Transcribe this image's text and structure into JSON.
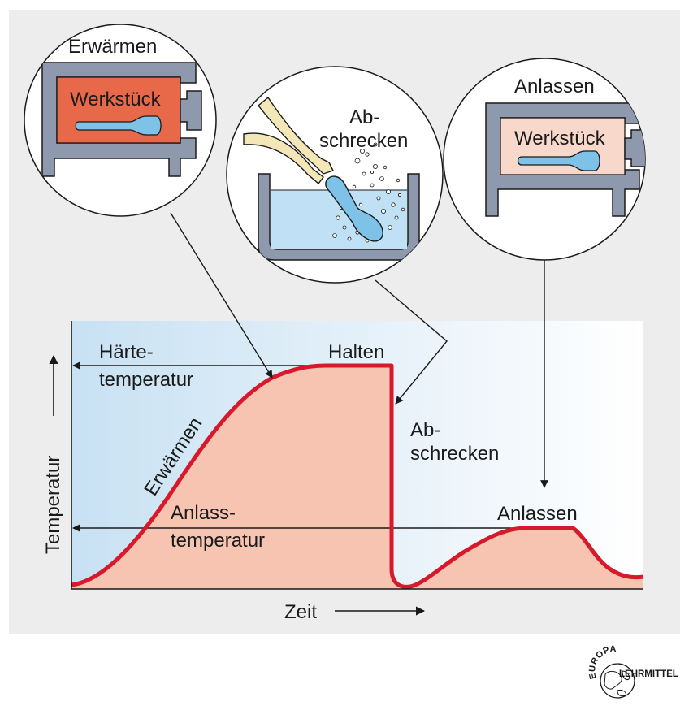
{
  "colors": {
    "panel_bg": "#ededed",
    "furnace_gray": "#8f99ad",
    "hot_workpiece_bg": "#e8694a",
    "warm_workpiece_bg": "#f8d8cb",
    "workpiece_blue": "#7ec2e8",
    "water_blue": "#bfe0f5",
    "curve_red": "#d7192b",
    "curve_fill": "#f6c4b0",
    "tong_yellow": "#f3e7b8"
  },
  "callouts": {
    "heating": {
      "title": "Erwärmen",
      "workpiece_label": "Werkstück"
    },
    "quench": {
      "title_line1": "Ab-",
      "title_line2": "schrecken"
    },
    "tempering": {
      "title": "Anlassen",
      "workpiece_label": "Werkstück"
    }
  },
  "diagram": {
    "y_axis_label": "Temperatur",
    "x_axis_label": "Zeit",
    "hardening_temp_line1": "Härte-",
    "hardening_temp_line2": "temperatur",
    "tempering_temp_line1": "Anlass-",
    "tempering_temp_line2": "temperatur",
    "phase_holding": "Halten",
    "phase_heating": "Erwärmen",
    "phase_quench_line1": "Ab-",
    "phase_quench_line2": "schrecken",
    "phase_tempering": "Anlassen"
  },
  "logo": {
    "top_text": "EUROPA",
    "bottom_text": "LEHRMITTEL"
  }
}
